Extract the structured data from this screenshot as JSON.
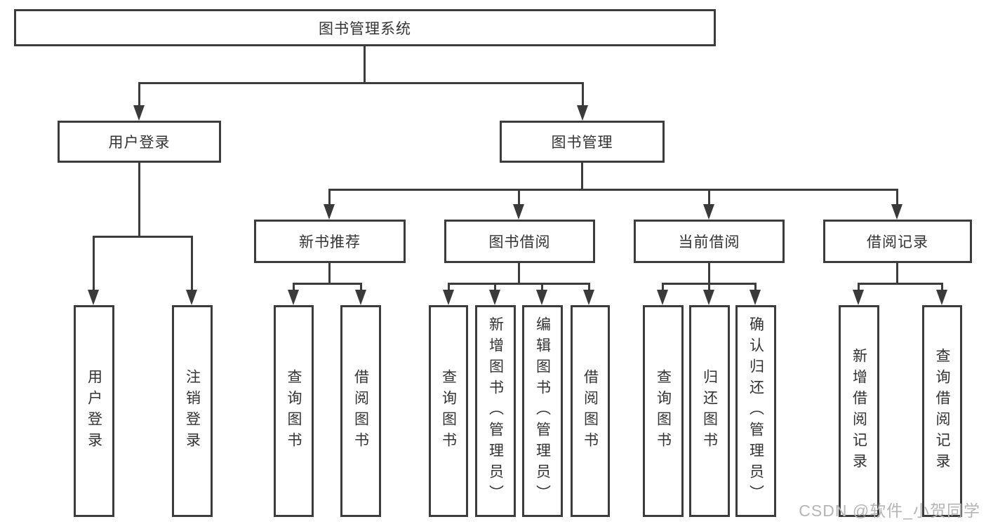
{
  "diagram": {
    "type": "tree",
    "root": {
      "label": "图书管理系统"
    },
    "level2": [
      {
        "label": "用户登录"
      },
      {
        "label": "图书管理"
      }
    ],
    "level3": [
      {
        "label": "新书推荐",
        "parent": "图书管理"
      },
      {
        "label": "图书借阅",
        "parent": "图书管理"
      },
      {
        "label": "当前借阅",
        "parent": "图书管理"
      },
      {
        "label": "借阅记录",
        "parent": "图书管理"
      }
    ],
    "leaves": [
      {
        "label": "用户登录",
        "parent": "用户登录"
      },
      {
        "label": "注销登录",
        "parent": "用户登录"
      },
      {
        "label": "查询图书",
        "parent": "新书推荐"
      },
      {
        "label": "借阅图书",
        "parent": "新书推荐"
      },
      {
        "label": "查询图书",
        "parent": "图书借阅"
      },
      {
        "label": "新增图书（管理员）",
        "parent": "图书借阅"
      },
      {
        "label": "编辑图书（管理员）",
        "parent": "图书借阅"
      },
      {
        "label": "借阅图书",
        "parent": "图书借阅"
      },
      {
        "label": "查询图书",
        "parent": "当前借阅"
      },
      {
        "label": "归还图书",
        "parent": "当前借阅"
      },
      {
        "label": "确认归还（管理员）",
        "parent": "当前借阅"
      },
      {
        "label": "新增借阅记录",
        "parent": "借阅记录"
      },
      {
        "label": "查询借阅记录",
        "parent": "借阅记录"
      }
    ]
  },
  "watermark": "CSDN @软件_小贺同学",
  "colors": {
    "line": "#3c3c3c",
    "text": "#333333",
    "watermark": "#b5b5b5",
    "background": "#ffffff"
  }
}
